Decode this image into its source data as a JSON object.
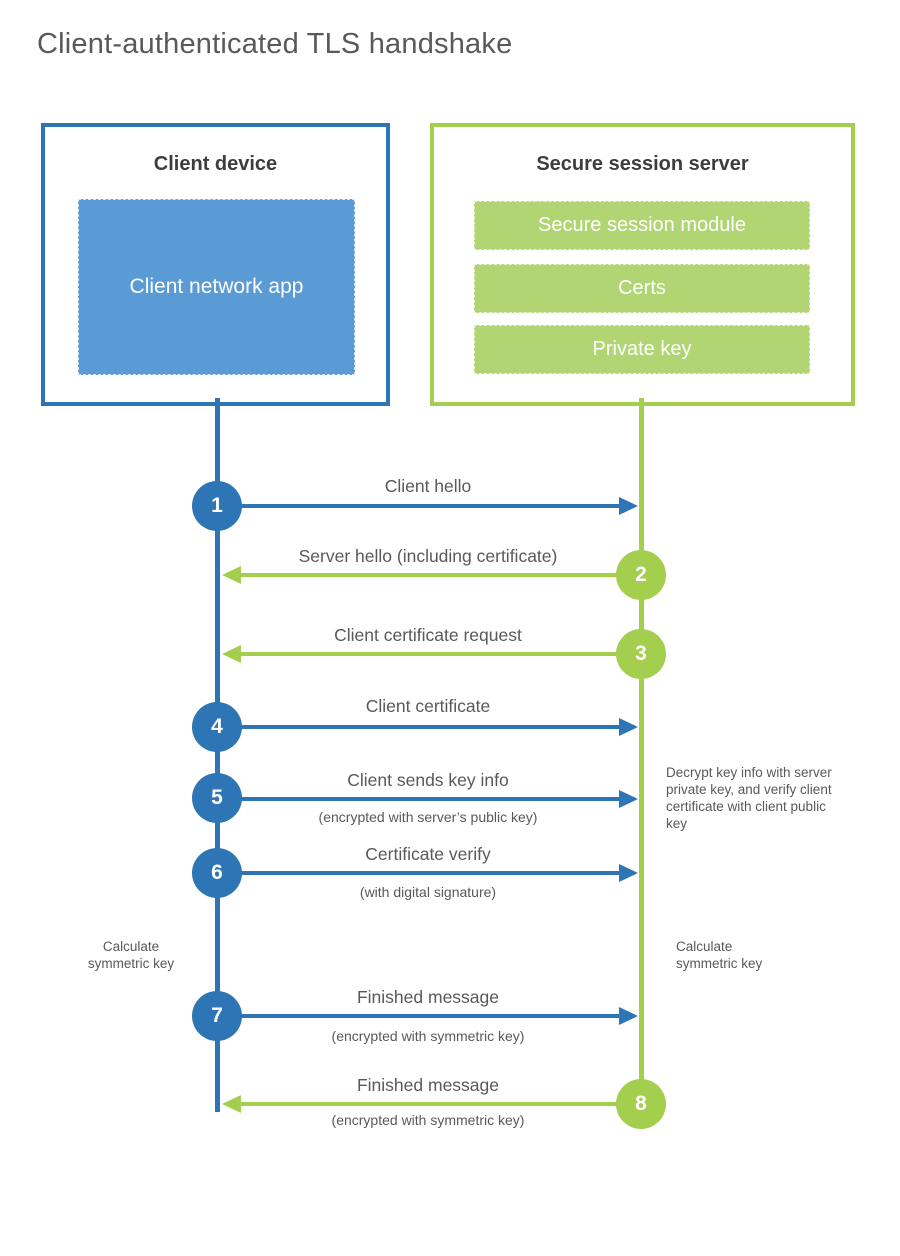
{
  "title": "Client-authenticated TLS handshake",
  "colors": {
    "blue": "#2E75B6",
    "blue_fill": "#5B9BD5",
    "green": "#A3CE4E",
    "green_fill": "#B2D573",
    "text_gray": "#595959",
    "heading_dark": "#3d3d3d"
  },
  "client_box": {
    "title": "Client device",
    "module": "Client network app"
  },
  "server_box": {
    "title": "Secure session server",
    "modules": [
      "Secure session module",
      "Certs",
      "Private key"
    ]
  },
  "messages": [
    {
      "number": "1",
      "label": "Client hello",
      "direction": "right",
      "from": "client"
    },
    {
      "number": "2",
      "label": "Server hello (including certificate)",
      "direction": "left",
      "from": "server"
    },
    {
      "number": "3",
      "label": "Client certificate request",
      "direction": "left",
      "from": "server"
    },
    {
      "number": "4",
      "label": "Client certificate",
      "direction": "right",
      "from": "client"
    },
    {
      "number": "5",
      "label": "Client sends key info",
      "sublabel": "(encrypted with server’s public key)",
      "direction": "right",
      "from": "client"
    },
    {
      "number": "6",
      "label": "Certificate verify",
      "sublabel": "(with digital signature)",
      "direction": "right",
      "from": "client"
    },
    {
      "number": "7",
      "label": "Finished message",
      "sublabel": "(encrypted with symmetric key)",
      "direction": "right",
      "from": "client"
    },
    {
      "number": "8",
      "label": "Finished message",
      "sublabel": "(encrypted with symmetric key)",
      "direction": "left",
      "from": "server"
    }
  ],
  "notes": {
    "decrypt": "Decrypt key info with server private key, and verify client certificate with client public key",
    "calc_left": "Calculate symmetric key",
    "calc_right": "Calculate symmetric key"
  }
}
